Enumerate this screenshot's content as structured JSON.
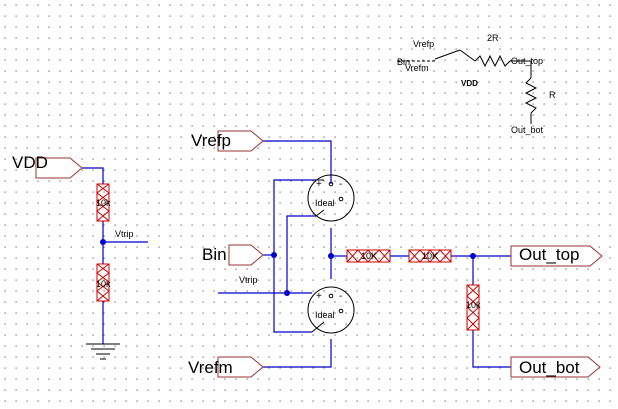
{
  "colors": {
    "wire": "#0000cc",
    "resistor": "#cc0000",
    "port_outline": "#993333",
    "grid_dot": "#666666",
    "text": "#000000"
  },
  "inset": {
    "vrefp": "Vrefp",
    "bin": "Bin",
    "vrefm": "Vrefm",
    "r2": "2R",
    "out_top": "Out_top",
    "vdd": "VDD",
    "r": "R",
    "out_bot": "Out_bot"
  },
  "ports": {
    "vdd": "VDD",
    "vrefp": "Vrefp",
    "bin": "Bin",
    "vrefm": "Vrefm",
    "out_top": "Out_top",
    "out_bot": "Out_bot"
  },
  "resistors": {
    "r_upper": "10k",
    "r_lower": "10k",
    "r_series1": "10K",
    "r_series2": "10K",
    "r_shunt": "10k"
  },
  "nets": {
    "vtrip_left": "Vtrip",
    "vtrip_mid": "Vtrip"
  },
  "comparators": {
    "top": {
      "label": "Ideal",
      "plus": "+",
      "minus": "-"
    },
    "bottom": {
      "label": "Ideal",
      "plus": "+",
      "minus": "-"
    }
  }
}
